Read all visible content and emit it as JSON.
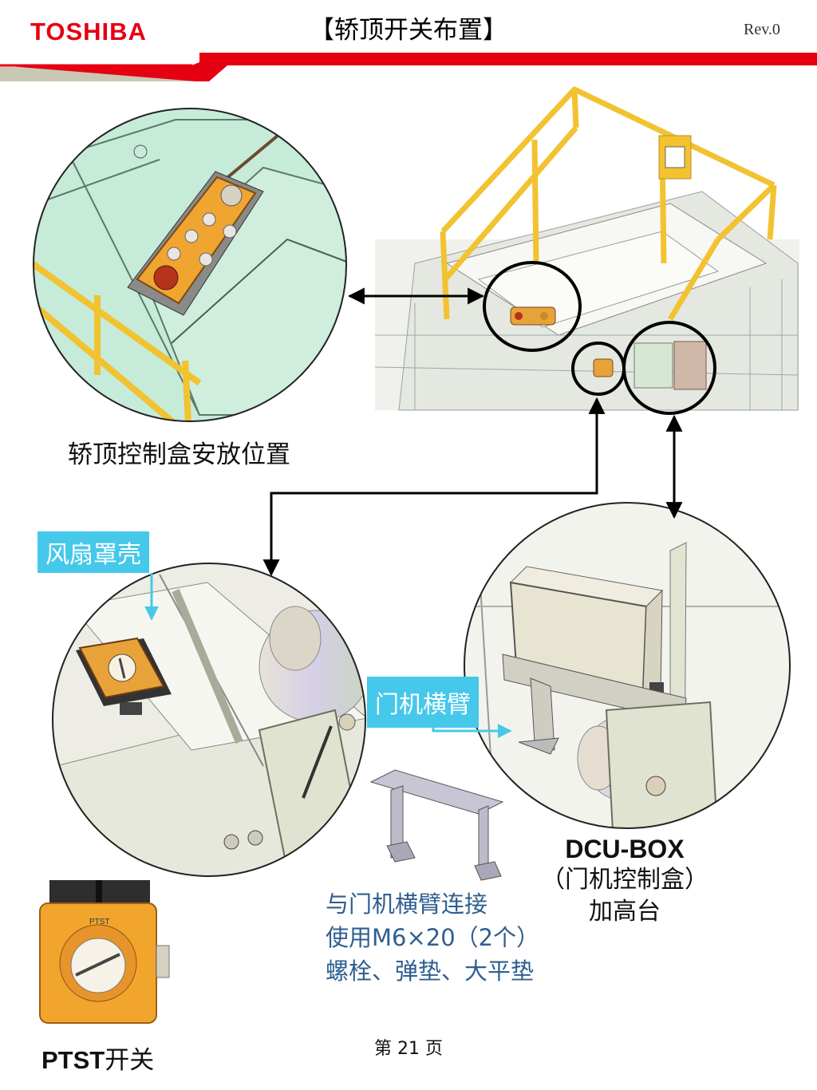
{
  "header": {
    "logo": "TOSHIBA",
    "title": "【轿顶开关布置】",
    "revision": "Rev.0",
    "brand_color": "#e60012",
    "band_colors": [
      "#e60012",
      "#c8c8b4"
    ]
  },
  "captions": {
    "control_box_position": "轿顶控制盒安放位置",
    "ptst_prefix": "PTST",
    "ptst_suffix": "开关"
  },
  "callouts": {
    "fan_cover": "风扇罩壳",
    "door_arm": "门机横臂",
    "callout_color": "#45c8ea"
  },
  "ptst_label": "PTST",
  "mount_note": {
    "line1": "与门机横臂连接",
    "line2": "使用M6×20（2个）",
    "line3": "螺栓、弹垫、大平垫",
    "color": "#2f5f8f"
  },
  "dcu": {
    "name": "DCU-BOX",
    "desc": "（门机控制盒）",
    "stand": "加高台"
  },
  "footer": {
    "page": "第 21 页"
  }
}
